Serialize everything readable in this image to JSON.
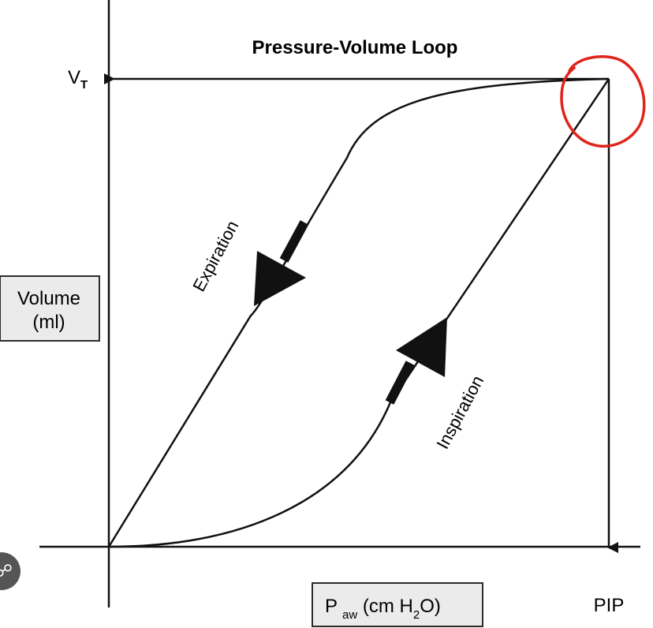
{
  "diagram": {
    "title": "Pressure-Volume Loop",
    "y_axis": {
      "top_label_main": "V",
      "top_label_sub": "T",
      "box_line1": "Volume",
      "box_line2": "(ml)"
    },
    "x_axis": {
      "box_main": "P",
      "box_sub": "aw",
      "box_unit_pre": " (cm H",
      "box_unit_sub": "2",
      "box_unit_post": "O)",
      "right_label": "PIP"
    },
    "curves": {
      "expiration_label": "Expiration",
      "inspiration_label": "Inspiration"
    },
    "highlight_color": "#e0241b",
    "badge_icon": "link-icon"
  }
}
